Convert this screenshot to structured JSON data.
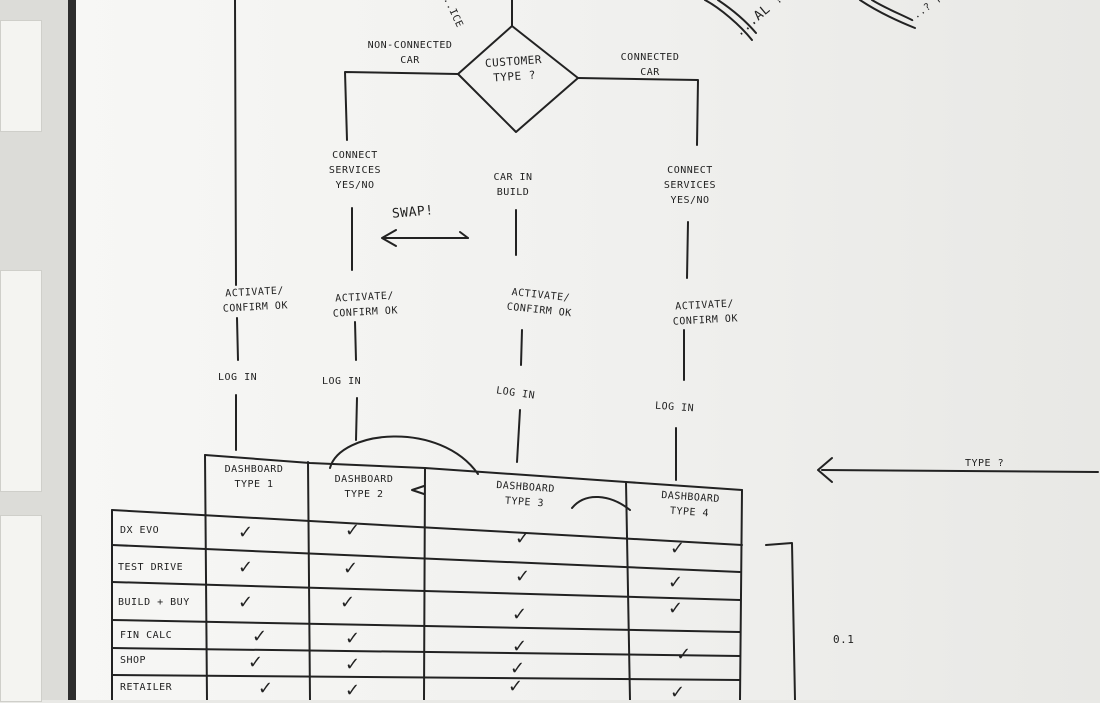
{
  "diamond": {
    "line1": "CUSTOMER",
    "line2": "TYPE ?"
  },
  "branches": {
    "non_connected": {
      "line1": "NON-CONNECTED",
      "line2": "CAR"
    },
    "connected": {
      "line1": "CONNECTED",
      "line2": "CAR"
    }
  },
  "steps": {
    "col2_top": [
      "CONNECT",
      "SERVICES",
      "YES/NO"
    ],
    "col3_top": [
      "CAR IN",
      "BUILD"
    ],
    "col4_top": [
      "CONNECT",
      "SERVICES",
      "YES/NO"
    ],
    "swap": "SWAP!",
    "activate": [
      "ACTIVATE/",
      "CONFIRM OK"
    ],
    "login": "LOG IN"
  },
  "corner_text": {
    "left": "...ICE",
    "right_a": "...AL ?",
    "right_b": "...? TE"
  },
  "dashboards": [
    {
      "line1": "DASHBOARD",
      "line2": "TYPE 1"
    },
    {
      "line1": "DASHBOARD",
      "line2": "TYPE 2"
    },
    {
      "line1": "DASHBOARD",
      "line2": "TYPE 3"
    },
    {
      "line1": "DASHBOARD",
      "line2": "TYPE 4"
    }
  ],
  "features": [
    "DX EVO",
    "TEST DRIVE",
    "BUILD + BUY",
    "FIN CALC",
    "SHOP",
    "RETAILER"
  ],
  "check_glyph": "✓",
  "side": {
    "type_label": "TYPE ?",
    "version": "0.1"
  }
}
